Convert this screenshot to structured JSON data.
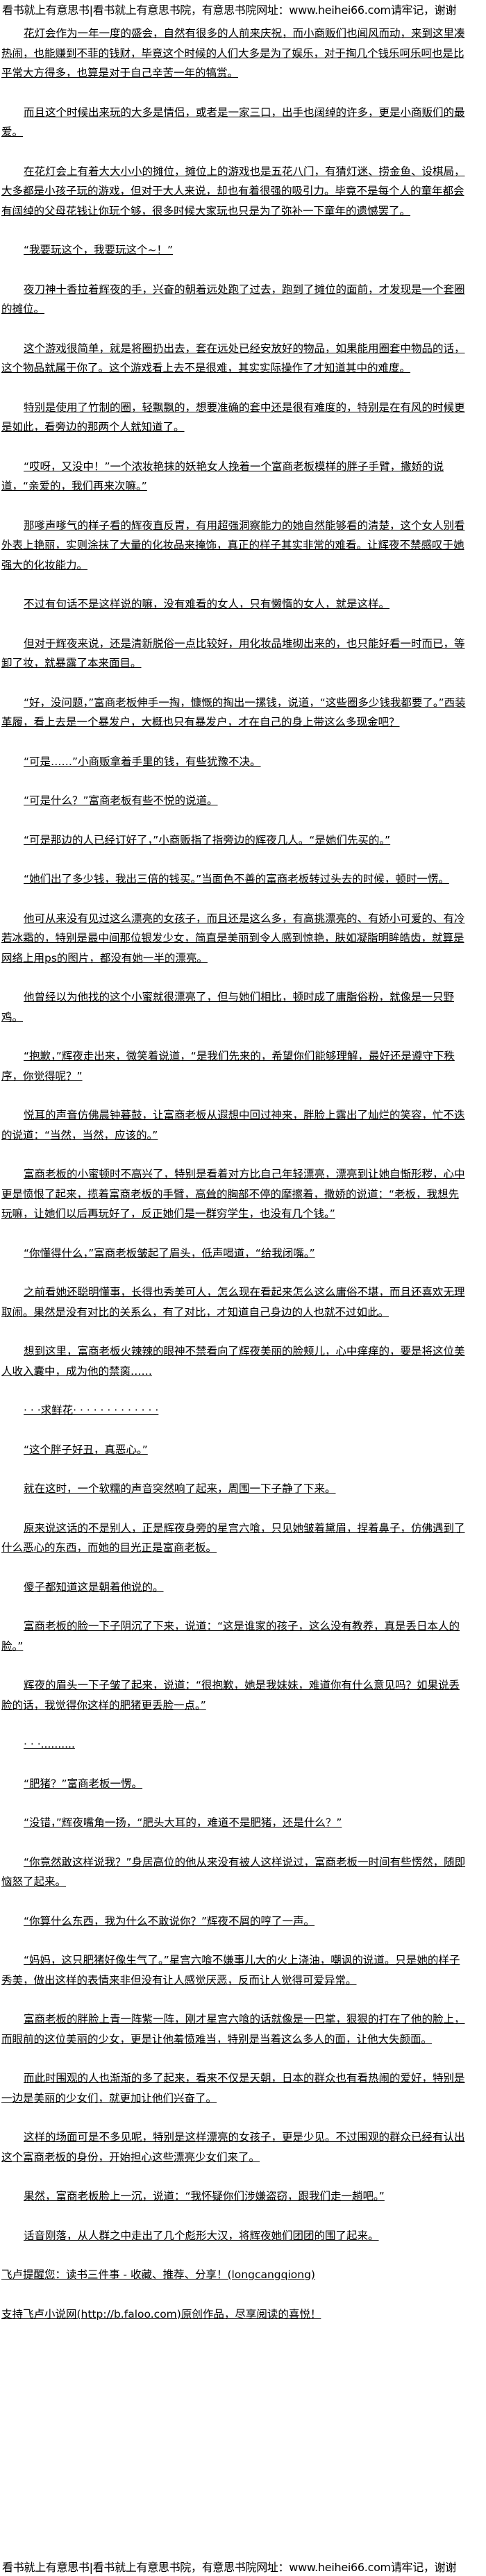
{
  "header_banner": "看书就上有意思书|看书就上有意思书院，有意思书院网址：www.heihei66.com请牢记，谢谢",
  "paragraphs": [
    "花灯会作为一年一度的盛会，自然有很多的人前来庆祝，而小商贩们也闻风而动，来到这里凑热闹，也能赚到不菲的钱财，毕竟这个时候的人们大多是为了娱乐，对于掏几个钱乐呵乐呵也是比平常大方得多，也算是对于自己辛苦一年的犒赏。",
    "而且这个时候出来玩的大多是情侣，或者是一家三口，出手也阔绰的许多，更是小商贩们的最爱。",
    "在花灯会上有着大大小小的摊位，摊位上的游戏也是五花八门，有猜灯迷、捞金鱼、设棋局，大多都是小孩子玩的游戏，但对于大人来说，却也有着很强的吸引力。毕竟不是每个人的童年都会有阔绰的父母花钱让你玩个够，很多时候大家玩也只是为了弥补一下童年的遗憾罢了。",
    "“我要玩这个，我要玩这个~！”",
    "夜刀神十香拉着辉夜的手，兴奋的朝着远处跑了过去，跑到了摊位的面前，才发现是一个套圈的摊位。",
    "这个游戏很简单，就是将圈扔出去，套在远处已经安放好的物品，如果能用圈套中物品的话，这个物品就属于你了。这个游戏看上去不是很难，其实实际操作了才知道其中的难度。",
    "特别是使用了竹制的圈，轻飘飘的，想要准确的套中还是很有难度的，特别是在有风的时候更是如此，看旁边的那两个人就知道了。",
    "“哎呀，又没中！”一个浓妆艳抹的妖艳女人挽着一个富商老板模样的胖子手臂，撒娇的说道，“亲爱的，我们再来次嘛。”",
    "那嗲声嗲气的样子看的辉夜直反胃，有用超强洞察能力的她自然能够看的清楚，这个女人别看外表上艳丽，实则涂抹了大量的化妆品来掩饰，真正的样子其实非常的难看。让辉夜不禁感叹于她强大的化妆能力。",
    "不过有句话不是这样说的嘛，没有难看的女人，只有懒惰的女人，就是这样。",
    "但对于辉夜来说，还是清新脱俗一点比较好，用化妆品堆砌出来的，也只能好看一时而已，等卸了妆，就暴露了本来面目。",
    "“好，没问题，”富商老板伸手一掏，慷慨的掏出一摞钱，说道，“这些圈多少钱我都要了。”西装革履，看上去是一个暴发户，大概也只有暴发户，才在自己的身上带这么多现金吧？",
    "“可是……”小商贩拿着手里的钱，有些犹豫不决。",
    "“可是什么？”富商老板有些不悦的说道。",
    "“可是那边的人已经订好了，”小商贩指了指旁边的辉夜几人。“是她们先买的。”",
    "“她们出了多少钱，我出三倍的钱买。”当面色不善的富商老板转过头去的时候，顿时一愣。",
    "他可从来没有见过这么漂亮的女孩子，而且还是这么多，有高挑漂亮的、有娇小可爱的、有冷若冰霜的，特别是最中间那位银发少女，简直是美丽到令人感到惊艳，肤如凝脂明眸皓齿，就算是网络上用ps的图片，都没有她一半的漂亮。",
    "他曾经以为他找的这个小蜜就很漂亮了，但与她们相比，顿时成了庸脂俗粉，就像是一只野鸡。",
    "“抱歉，”辉夜走出来，微笑着说道，“是我们先来的，希望你们能够理解，最好还是遵守下秩序，你觉得呢？”",
    "悦耳的声音仿佛晨钟暮鼓，让富商老板从遐想中回过神来，胖脸上露出了灿烂的笑容，忙不迭的说道：“当然，当然，应该的。”",
    "富商老板的小蜜顿时不高兴了，特别是看着对方比自己年轻漂亮，漂亮到让她自惭形秽，心中更是愤恨了起来，揽着富商老板的手臂，高耸的胸部不停的摩擦着，撒娇的说道：“老板，我想先玩嘛，让她们以后再玩好了，反正她们是一群穷学生，也没有几个钱。”",
    "“你懂得什么，”富商老板皱起了眉头，低声喝道，“给我闭嘴。”",
    "之前看她还聪明懂事，长得也秀美可人，怎么现在看起来怎么这么庸俗不堪，而且还喜欢无理取闹。果然是没有对比的关系么，有了对比，才知道自己身边的人也就不过如此。",
    "想到这里，富商老板火辣辣的眼神不禁看向了辉夜美丽的脸颊儿，心中痒痒的，要是将这位美人收入囊中，成为他的禁脔……",
    "· · ·求鲜花· · · · · · · · · · · · ·",
    "“这个胖子好丑，真恶心。”",
    "就在这时，一个软糯的声音突然响了起来，周围一下子静了下来。",
    "原来说这话的不是别人，正是辉夜身旁的星宫六喰，只见她皱着黛眉，捏着鼻子，仿佛遇到了什么恶心的东西，而她的目光正是富商老板。",
    "傻子都知道这是朝着他说的。",
    "富商老板的脸一下子阴沉了下来，说道：“这是谁家的孩子，这么没有教养，真是丢日本人的脸。”",
    "辉夜的眉头一下子皱了起来，说道：“很抱歉，她是我妹妹，难道你有什么意见吗？如果说丢脸的话，我觉得你这样的肥猪更丢脸一点。”",
    "· · ·.......... ",
    "“肥猪？”富商老板一愣。",
    "“没错，”辉夜嘴角一扬，“肥头大耳的，难道不是肥猪，还是什么？”",
    "“你竟然敢这样说我？”身居高位的他从来没有被人这样说过，富商老板一时间有些愣然，随即恼怒了起来。",
    "“你算什么东西，我为什么不敢说你？”辉夜不屑的哼了一声。",
    "“妈妈，这只肥猪好像生气了。”星宫六喰不嫌事儿大的火上浇油，嘲讽的说道。只是她的样子秀美，做出这样的表情来非但没有让人感觉厌恶，反而让人觉得可爱异常。",
    "富商老板的胖脸上青一阵紫一阵，刚才星宫六喰的话就像是一巴掌，狠狠的打在了他的脸上，而眼前的这位美丽的少女，更是让他羞愤难当，特别是当着这么多人的面，让他大失颜面。",
    "而此时围观的人也渐渐的多了起来，看来不仅是天朝，日本的群众也有看热闹的爱好，特别是一边是美丽的少女们，就更加让他们兴奋了。",
    "这样的场面可是不多见呢，特别是这样漂亮的女孩子，更是少见。不过围观的群众已经有认出这个富商老板的身份，开始担心这些漂亮少女们来了。",
    "果然，富商老板脸上一沉，说道：“我怀疑你们涉嫌盗窃，跟我们走一趟吧。”",
    "话音刚落，从人群之中走出了几个彪形大汉，将辉夜她们团团的围了起来。"
  ],
  "footer": {
    "reminder": "飞卢提醒您：读书三件事 - 收藏、推荐、分享！(longcangqiong)",
    "support": "支持飞卢小说网(http://b.faloo.com)原创作品，尽享阅读的喜悦！"
  },
  "footer_banner": "看书就上有意思书|看书就上有意思书院，有意思书院网址：www.heihei66.com请牢记，谢谢"
}
